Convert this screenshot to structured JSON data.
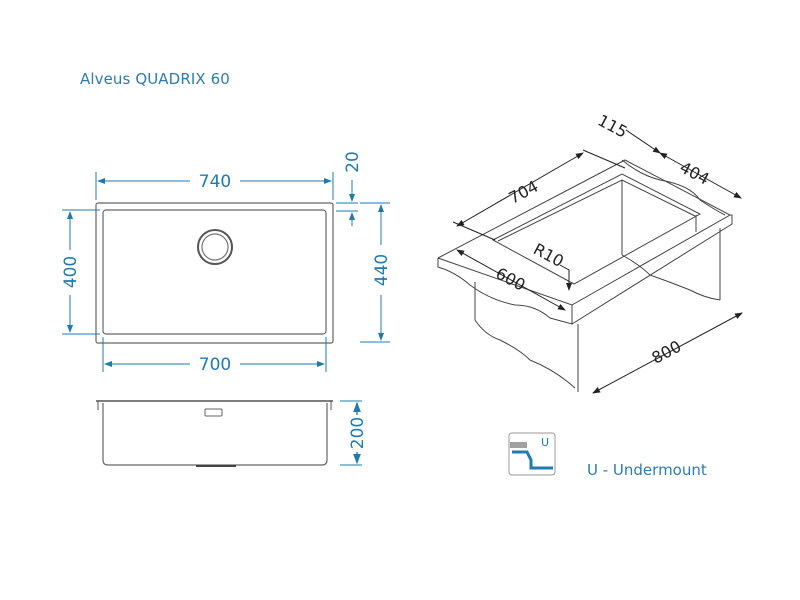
{
  "title": "Alveus QUADRIX 60",
  "colors": {
    "dimension_blue": "#1f7ab0",
    "title_blue": "#2f7bb0",
    "line_gray": "#555555",
    "icon_gray": "#a0a0a0"
  },
  "top_view": {
    "outer_width": "740",
    "inner_width": "700",
    "inner_height": "400",
    "outer_height": "440",
    "flange": "20"
  },
  "side_view": {
    "depth": "200"
  },
  "iso_view": {
    "bowl_length": "704",
    "back_offset": "115",
    "bowl_width": "404",
    "corner_radius": "R10",
    "counter_depth": "600",
    "cabinet_width": "800"
  },
  "mounting": {
    "icon_letter": "U",
    "label": "U - Undermount"
  }
}
